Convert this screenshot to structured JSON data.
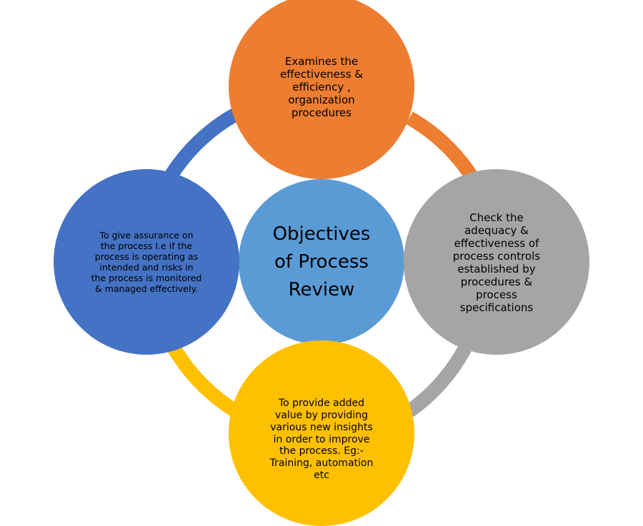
{
  "center": {
    "text": "Objectives\nof Process\nReview",
    "color": "#5B9BD5"
  },
  "nodes": {
    "top": {
      "text": "Examines the\neffectiveness &\nefficiency ,\norganization\nprocedures",
      "color": "#ED7D31"
    },
    "right": {
      "text": "Check the\nadequacy &\neffectiveness of\nprocess controls\nestablished by\nprocedures &\nprocess\nspecifications",
      "color": "#A5A5A5"
    },
    "bottom": {
      "text": "To provide added\nvalue by providing\nvarious new insights\nin order to improve\nthe process. Eg:-\nTraining, automation\netc",
      "color": "#FFC000"
    },
    "left": {
      "text": "To give assurance on\nthe process I.e if the\nprocess is operating as\nintended and risks in\nthe process is monitored\n& managed effectively.",
      "color": "#4472C4"
    }
  },
  "arcs": {
    "top_right": "#ED7D31",
    "right_bottom": "#A5A5A5",
    "bottom_left": "#FFC000",
    "left_top": "#4472C4"
  }
}
